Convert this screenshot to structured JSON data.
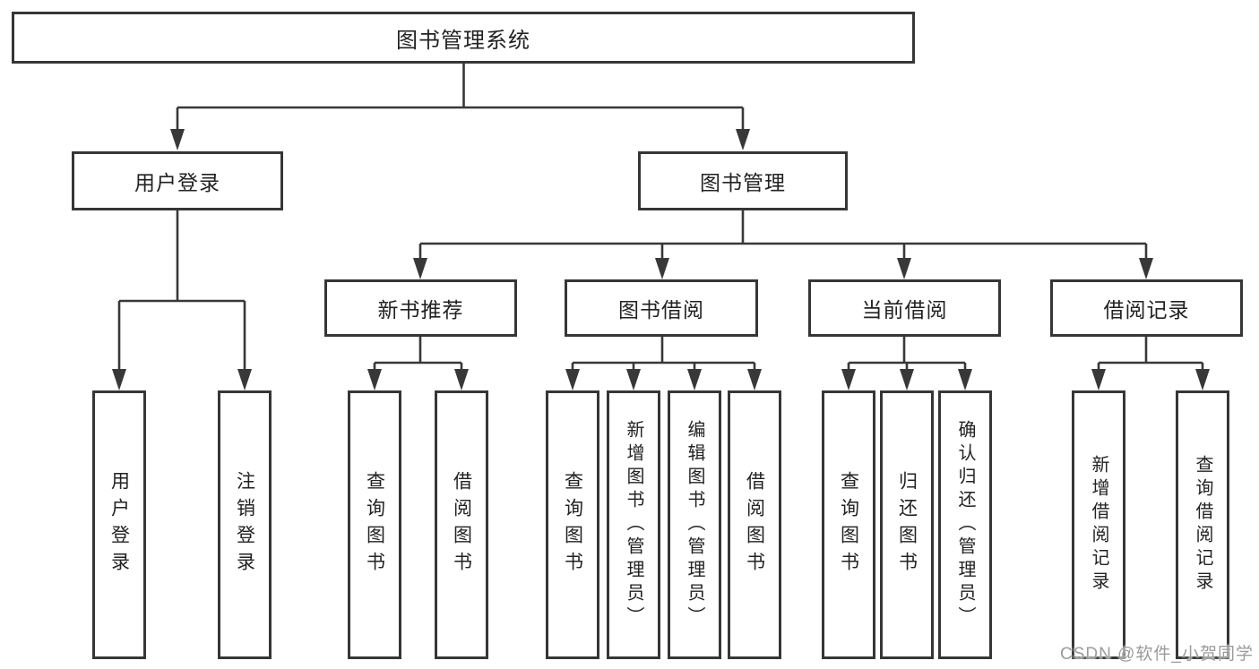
{
  "diagram": {
    "title": "图书管理系统",
    "root": {
      "label": "图书管理系统"
    },
    "level2": {
      "user_login": "用户登录",
      "book_management": "图书管理"
    },
    "level3": {
      "new_book_recommend": "新书推荐",
      "book_borrow": "图书借阅",
      "current_borrow": "当前借阅",
      "borrow_records": "借阅记录"
    },
    "level4": {
      "user_login": [
        "用户登录",
        "注销登录"
      ],
      "new_book_recommend": [
        "查询图书",
        "借阅图书"
      ],
      "book_borrow": [
        "查询图书",
        "新增图书（管理员）",
        "编辑图书（管理员）",
        "借阅图书"
      ],
      "current_borrow": [
        "查询图书",
        "归还图书",
        "确认归还（管理员）"
      ],
      "borrow_records": [
        "新增借阅记录",
        "查询借阅记录"
      ]
    }
  },
  "watermark": "CSDN @软件_小贺同学",
  "colors": {
    "line": "#383838",
    "box_border": "#363636",
    "text": "#222222",
    "watermark": "#9b9b9b",
    "background": "#ffffff"
  }
}
